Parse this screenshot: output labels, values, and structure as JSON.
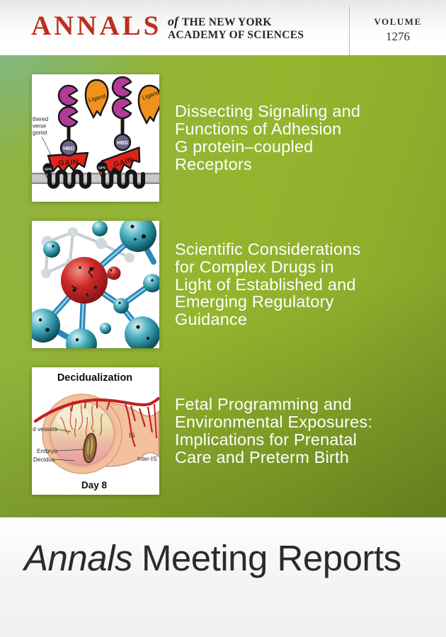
{
  "masthead": {
    "brand": "ANNALS",
    "of": "of",
    "org_line1": "THE NEW YORK",
    "org_line2": "ACADEMY OF SCIENCES",
    "volume_label": "VOLUME",
    "volume_number": "1276"
  },
  "articles": [
    {
      "title": "Dissecting Signaling and Functions of Adhesion G protein–coupled Receptors",
      "lines": [
        "Dissecting Signaling and",
        "Functions of Adhesion",
        "G protein–coupled",
        "Receptors"
      ],
      "thumb": {
        "name": "adhesion-gpcr-diagram",
        "labels": {
          "ligand": "Ligand",
          "hbd": "HBD",
          "gain": "GAIN",
          "gps": "GPS",
          "annotation_l1": "thered",
          "annotation_l2": "verse",
          "annotation_l3": "gonist"
        }
      }
    },
    {
      "title": "Scientific Considerations for Complex Drugs in Light of Established and Emerging Regulatory Guidance",
      "lines": [
        "Scientific Considerations",
        "for Complex Drugs in",
        "Light of Established and",
        "Emerging Regulatory",
        "Guidance"
      ],
      "thumb": {
        "name": "molecular-model"
      }
    },
    {
      "title": "Fetal Programming and Environmental Exposures: Implications for Prenatal Care and Preterm Birth",
      "lines": [
        "Fetal Programming and",
        "Environmental Exposures:",
        "Implications for Prenatal",
        "Care and Preterm Birth"
      ],
      "thumb": {
        "name": "decidualization-illustration",
        "labels": {
          "heading": "Decidualization",
          "vessels": "d vessels",
          "embryo": "Embryo",
          "decidua": "Decidua",
          "is": "IS",
          "inter_is": "Inter-IS",
          "day": "Day 8"
        }
      }
    }
  ],
  "footer": {
    "series_name": "Annals",
    "series_suffix": "Meeting Reports"
  },
  "colors": {
    "brand_red": "#bf2e1f",
    "masthead_text": "#24262a",
    "green_teal_corner": "#7dba96",
    "green_main": "#95b52f",
    "green_dark_bottom": "#5e7f21",
    "article_title_text": "#ffffff",
    "footer_text": "#2b2b2b"
  }
}
